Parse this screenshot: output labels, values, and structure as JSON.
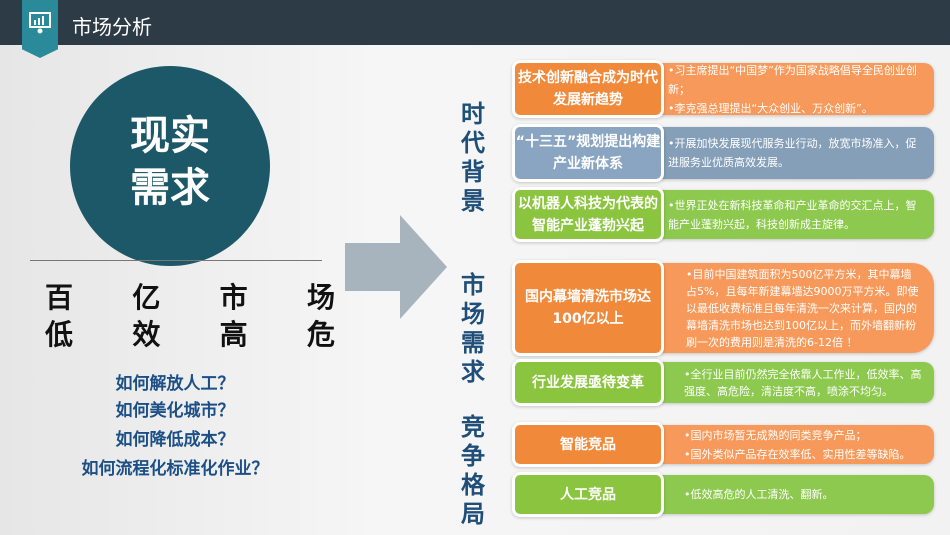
{
  "header": {
    "title": "市场分析",
    "icon": "presentation-chart-icon"
  },
  "left": {
    "circle_lines": [
      "现实",
      "需求"
    ],
    "grid": [
      [
        "百",
        "亿",
        "市",
        "场"
      ],
      [
        "低",
        "效",
        "高",
        "危"
      ]
    ],
    "questions": [
      "如何解放人工？",
      "如何美化城市？",
      "如何降低成本？",
      "如何流程化标准化作业？"
    ]
  },
  "sections": [
    {
      "label": "时代背景"
    },
    {
      "label": "市场需求"
    },
    {
      "label": "竞争格局"
    }
  ],
  "rows": [
    {
      "title": "技术创新融合成为时代发展新趋势",
      "points": [
        "•习主席提出“中国梦”作为国家战略倡导全民创业创新；",
        "•李克强总理提出“大众创业、万众创新”。"
      ],
      "color": "#f0893a"
    },
    {
      "title": "“十三五”规划提出构建产业新体系",
      "points": [
        "•开展加快发展现代服务业行动，放宽市场准入，促进服务业优质高效发展。"
      ],
      "color": "#8aa5c1"
    },
    {
      "title": "以机器人科技为代表的智能产业蓬勃兴起",
      "points": [
        "•世界正处在新科技革命和产业革命的交汇点上，智能产业蓬勃兴起，科技创新成主旋律。"
      ],
      "color": "#8bc53f"
    },
    {
      "title": "国内幕墙清洗市场达100亿以上",
      "points": [
        "•目前中国建筑面积为500亿平方米，其中幕墙占5%，且每年新建幕墙达9000万平方米。即使以最低收费标准且每年清洗一次来计算，国内的幕墙清洗市场也达到100亿以上，而外墙翻新粉刷一次的费用则是清洗的6-12倍 ！"
      ],
      "color": "#f0893a"
    },
    {
      "title": "行业发展亟待变革",
      "points": [
        "•全行业目前仍然完全依靠人工作业，低效率、高强度、高危险，清洁度不高，喷涂不均匀。"
      ],
      "color": "#8bc53f"
    },
    {
      "title": "智能竞品",
      "points": [
        "•国内市场暂无成熟的同类竞争产品；",
        "•国外类似产品存在效率低、实用性差等缺陷。"
      ],
      "color": "#f0893a"
    },
    {
      "title": "人工竞品",
      "points": [
        "•低效高危的人工清洗、翻新。"
      ],
      "color": "#8bc53f"
    }
  ]
}
